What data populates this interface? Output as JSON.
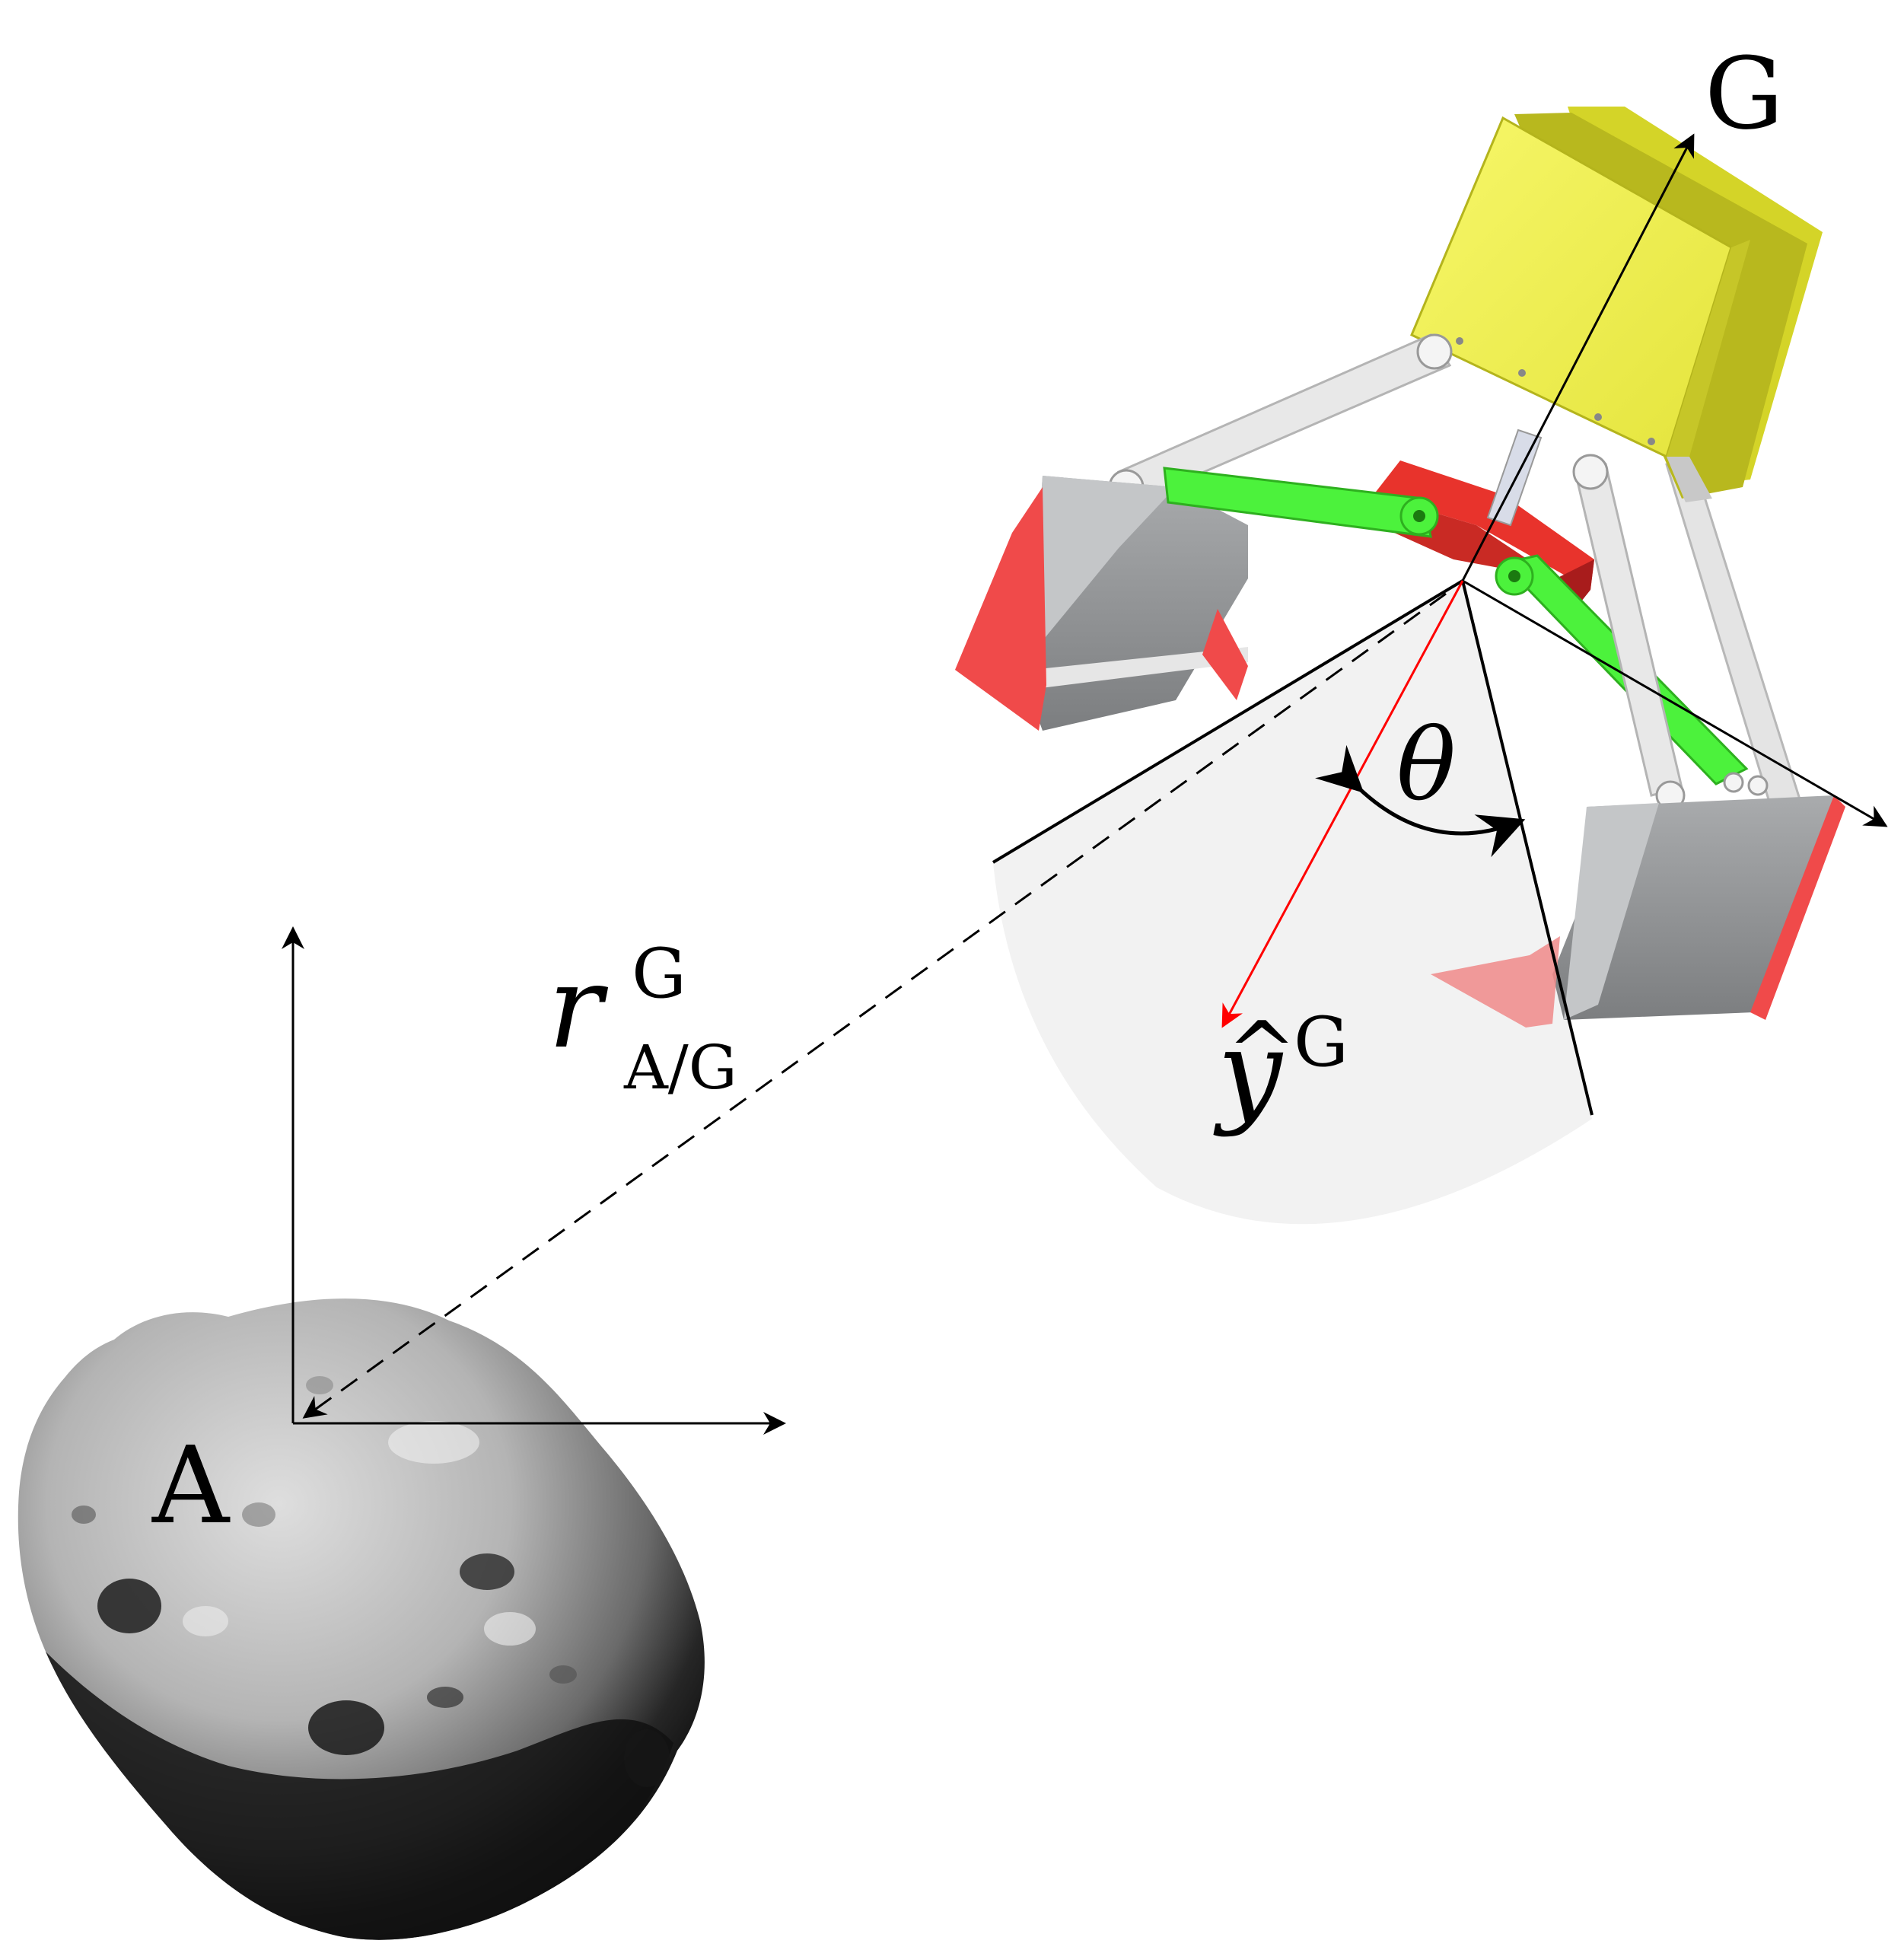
{
  "labels": {
    "grapple_frame": "G",
    "asteroid_frame": "A",
    "angle": "θ",
    "position_vector_main": "r",
    "position_vector_super": "G",
    "position_vector_sub": "A/G",
    "axis_vector_main": "y",
    "axis_vector_hat": "^",
    "axis_vector_super": "G"
  },
  "colors": {
    "axis_vector": "#ff0000",
    "cone_fill": "#f2f2f2",
    "gripper_body": "#f2f24c",
    "gripper_body_dark": "#c4c418",
    "hub": "#e8332c",
    "hub_dark": "#a81c1c",
    "link_green": "#4cf23c",
    "link_green_dark": "#2eb01f",
    "link_grey": "#dcdcdc",
    "bucket_grey": "#8a8c8e",
    "bucket_tip": "#f04a4a",
    "asteroid_light": "#c8c8c8",
    "asteroid_shadow": "#121212"
  },
  "icons": {
    "asteroid": "asteroid-icon",
    "gripper": "robotic-gripper-icon"
  }
}
